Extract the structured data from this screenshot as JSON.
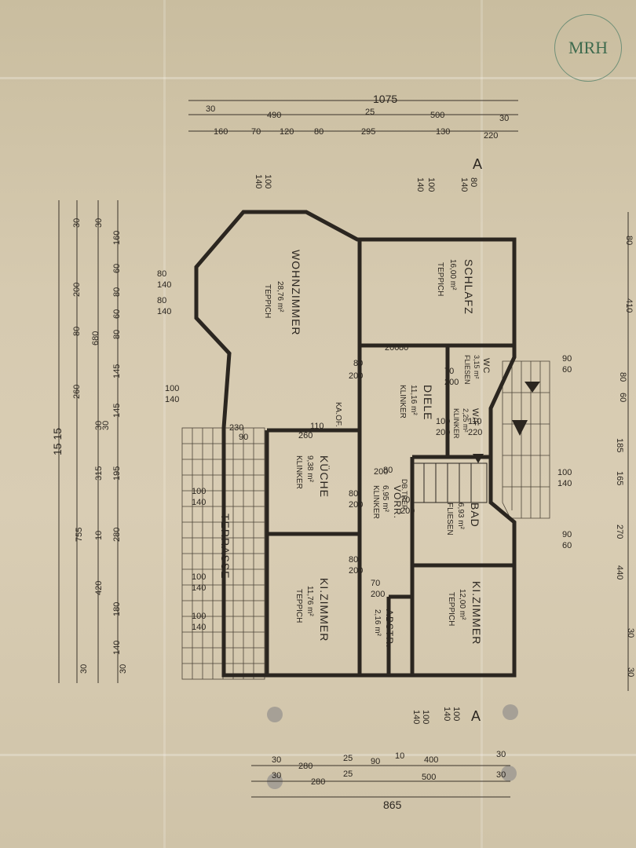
{
  "logo": {
    "text": "MRH"
  },
  "section_marks": [
    "A",
    "A"
  ],
  "rooms": [
    {
      "name": "WOHNZIMMER",
      "area": "28,76 m²",
      "floor": "TEPPICH"
    },
    {
      "name": "SCHLAFZ",
      "area": "16,00 m²",
      "floor": "TEPPICH"
    },
    {
      "name": "WC",
      "area": "3,15 m²",
      "floor": "FLIESEN"
    },
    {
      "name": "DIELE",
      "area": "11,16 m²",
      "floor": "KLINKER"
    },
    {
      "name": "W/F",
      "area": "2,25 m²",
      "floor": "KLINKER"
    },
    {
      "name": "KÜCHE",
      "area": "9,38 m²",
      "floor": "KLINKER"
    },
    {
      "name": "VORR.",
      "area": "6,95 m²",
      "floor": "KLINKER"
    },
    {
      "name": "BAD",
      "area": "6,93 m²",
      "floor": "FLIESEN"
    },
    {
      "name": "KI.ZIMMER",
      "area": "11,76 m²",
      "floor": "TEPPICH"
    },
    {
      "name": "ABSTR.",
      "area": "2,16 m²",
      "floor": ""
    },
    {
      "name": "KI.ZIMMER",
      "area": "12,00 m²",
      "floor": "TEPPICH"
    },
    {
      "name": "TERRASSE",
      "area": "",
      "floor": ""
    }
  ],
  "annotations": {
    "kaof": "KA.OF.",
    "stair": "DB.TREP"
  },
  "top_dims": {
    "total": "1075",
    "row1": [
      "30",
      "490",
      "25",
      "500",
      "30"
    ],
    "row2": [
      "160",
      "70",
      "120",
      "80",
      "295",
      "130",
      "220"
    ]
  },
  "bottom_dims": {
    "total": "865",
    "row1": [
      "30",
      "280",
      "25",
      "90",
      "10",
      "400",
      "30"
    ],
    "row2": [
      "30",
      "280",
      "25",
      "500",
      "30"
    ]
  },
  "left_dims": {
    "total": "15 15",
    "mid": [
      "680",
      "755"
    ],
    "outer": [
      "30",
      "30",
      "200",
      "80",
      "260",
      "30",
      "315",
      "10",
      "420",
      "30"
    ],
    "inner": [
      "160",
      "60",
      "80",
      "60",
      "80",
      "145",
      "145",
      "30",
      "195",
      "280",
      "180",
      "140",
      "30"
    ]
  },
  "right_dims": [
    "80",
    "410",
    "90",
    "60",
    "80",
    "60",
    "185",
    "165",
    "270",
    "100",
    "140",
    "90",
    "60",
    "440",
    "30",
    "30"
  ],
  "openings": [
    {
      "a": "100",
      "b": "140"
    },
    {
      "a": "100",
      "b": "140"
    },
    {
      "a": "80",
      "b": "140"
    },
    {
      "a": "80",
      "b": "140"
    },
    {
      "a": "80",
      "b": "140"
    },
    {
      "a": "100",
      "b": "140"
    },
    {
      "a": "100",
      "b": "140"
    },
    {
      "a": "100",
      "b": "140"
    },
    {
      "a": "100",
      "b": "140"
    },
    {
      "a": "100",
      "b": "140"
    },
    {
      "a": "100",
      "b": "140"
    }
  ],
  "doors": [
    {
      "a": "80",
      "b": "200"
    },
    {
      "a": "80",
      "b": "200"
    },
    {
      "a": "70",
      "b": "200"
    },
    {
      "a": "100",
      "b": "200"
    },
    {
      "a": "110",
      "b": "220"
    },
    {
      "a": "110",
      "b": "260"
    },
    {
      "a": "80",
      "b": "200"
    },
    {
      "a": "70",
      "b": "200"
    },
    {
      "a": "80",
      "b": "200"
    },
    {
      "a": "70",
      "b": "200"
    },
    {
      "a": "80",
      "b": "200"
    },
    {
      "a": "90",
      "b": "230"
    }
  ]
}
